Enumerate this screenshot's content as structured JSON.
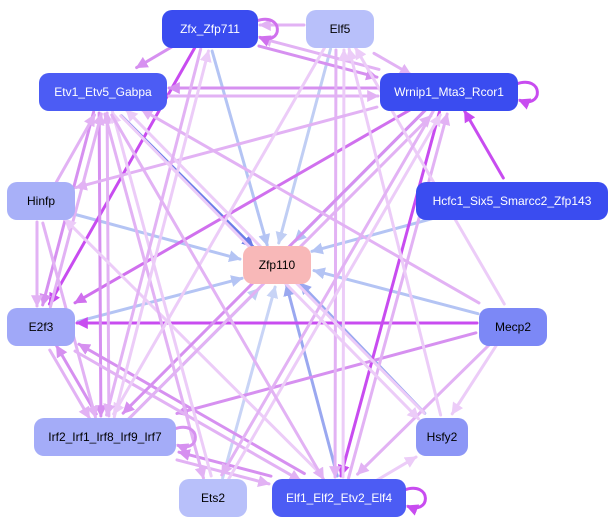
{
  "nodes": [
    {
      "id": "zfx",
      "label": "Zfx_Zfp711",
      "fill": "#3a4cf0",
      "text": "#ffffff"
    },
    {
      "id": "elf5",
      "label": "Elf5",
      "fill": "#b8c0fa",
      "text": "#000000"
    },
    {
      "id": "etv1",
      "label": "Etv1_Etv5_Gabpa",
      "fill": "#4c5cf4",
      "text": "#ffffff"
    },
    {
      "id": "wrnip1",
      "label": "Wrnip1_Mta3_Rcor1",
      "fill": "#3a4cf0",
      "text": "#ffffff"
    },
    {
      "id": "hinfp",
      "label": "Hinfp",
      "fill": "#a8b0f8",
      "text": "#000000"
    },
    {
      "id": "hcfc1",
      "label": "Hcfc1_Six5_Smarcc2_Zfp143",
      "fill": "#3a4cf0",
      "text": "#ffffff"
    },
    {
      "id": "zfp110",
      "label": "Zfp110",
      "fill": "#f8b8b8",
      "text": "#000000"
    },
    {
      "id": "e2f3",
      "label": "E2f3",
      "fill": "#a0a8f8",
      "text": "#000000"
    },
    {
      "id": "mecp2",
      "label": "Mecp2",
      "fill": "#7c88f6",
      "text": "#000000"
    },
    {
      "id": "irf2",
      "label": "Irf2_Irf1_Irf8_Irf9_Irf7",
      "fill": "#a4acf8",
      "text": "#000000"
    },
    {
      "id": "hsfy2",
      "label": "Hsfy2",
      "fill": "#8c96f6",
      "text": "#000000"
    },
    {
      "id": "ets2",
      "label": "Ets2",
      "fill": "#b8c0fa",
      "text": "#000000"
    },
    {
      "id": "elf1",
      "label": "Elf1_Elf2_Etv2_Elf4",
      "fill": "#4c5cf4",
      "text": "#ffffff"
    }
  ],
  "edges": [
    {
      "from": "etv1",
      "to": "zfp110",
      "color": "#6c7ce8"
    },
    {
      "from": "hinfp",
      "to": "zfp110",
      "color": "#b4c4f4"
    },
    {
      "from": "e2f3",
      "to": "zfp110",
      "color": "#b4c4f4"
    },
    {
      "from": "irf2",
      "to": "zfp110",
      "color": "#c0cef4"
    },
    {
      "from": "ets2",
      "to": "zfp110",
      "color": "#c8d4f6"
    },
    {
      "from": "elf1",
      "to": "zfp110",
      "color": "#9aa8f0"
    },
    {
      "from": "hsfy2",
      "to": "zfp110",
      "color": "#9aa8f0"
    },
    {
      "from": "mecp2",
      "to": "zfp110",
      "color": "#b4c4f4"
    },
    {
      "from": "hcfc1",
      "to": "zfp110",
      "color": "#b4c4f4"
    },
    {
      "from": "wrnip1",
      "to": "zfp110",
      "color": "#b4c4f4"
    },
    {
      "from": "elf5",
      "to": "zfp110",
      "color": "#c0cef4"
    },
    {
      "from": "zfx",
      "to": "zfp110",
      "color": "#b4c4f4"
    },
    {
      "from": "mecp2",
      "to": "e2f3",
      "color": "#c84cf0"
    },
    {
      "from": "zfx",
      "to": "e2f3",
      "color": "#c84cf0"
    },
    {
      "from": "wrnip1",
      "to": "e2f3",
      "color": "#d070ee"
    },
    {
      "from": "hcfc1",
      "to": "wrnip1",
      "color": "#c84cf0"
    },
    {
      "from": "wrnip1",
      "to": "elf1",
      "color": "#c84cf0"
    },
    {
      "from": "mecp2",
      "to": "irf2",
      "color": "#d690f0"
    },
    {
      "from": "elf1",
      "to": "irf2",
      "color": "#d690f0"
    },
    {
      "from": "irf2",
      "to": "elf1",
      "color": "#e2b2f4"
    },
    {
      "from": "zfx",
      "to": "wrnip1",
      "color": "#d690f0"
    },
    {
      "from": "wrnip1",
      "to": "zfx",
      "color": "#e2b2f4"
    },
    {
      "from": "etv1",
      "to": "wrnip1",
      "color": "#e2b2f4"
    },
    {
      "from": "wrnip1",
      "to": "etv1",
      "color": "#d690f0"
    },
    {
      "from": "zfx",
      "to": "etv1",
      "color": "#d690f0"
    },
    {
      "from": "elf5",
      "to": "zfx",
      "color": "#e2b2f4"
    },
    {
      "from": "elf5",
      "to": "elf1",
      "color": "#e2b2f4"
    },
    {
      "from": "elf1",
      "to": "elf5",
      "color": "#ecccf8"
    },
    {
      "from": "elf5",
      "to": "wrnip1",
      "color": "#e2b2f4"
    },
    {
      "from": "etv1",
      "to": "e2f3",
      "color": "#d690f0"
    },
    {
      "from": "etv1",
      "to": "irf2",
      "color": "#d690f0"
    },
    {
      "from": "irf2",
      "to": "etv1",
      "color": "#e2b2f4"
    },
    {
      "from": "e2f3",
      "to": "etv1",
      "color": "#e2b2f4"
    },
    {
      "from": "hinfp",
      "to": "etv1",
      "color": "#e2b2f4"
    },
    {
      "from": "elf1",
      "to": "e2f3",
      "color": "#d690f0"
    },
    {
      "from": "e2f3",
      "to": "elf1",
      "color": "#e2b2f4"
    },
    {
      "from": "irf2",
      "to": "e2f3",
      "color": "#d690f0"
    },
    {
      "from": "e2f3",
      "to": "irf2",
      "color": "#e2b2f4"
    },
    {
      "from": "hinfp",
      "to": "irf2",
      "color": "#e2b2f4"
    },
    {
      "from": "hinfp",
      "to": "e2f3",
      "color": "#e2b2f4"
    },
    {
      "from": "elf1",
      "to": "hinfp",
      "color": "#ecccf8"
    },
    {
      "from": "wrnip1",
      "to": "hinfp",
      "color": "#e2b2f4"
    },
    {
      "from": "elf1",
      "to": "wrnip1",
      "color": "#e2b2f4"
    },
    {
      "from": "irf2",
      "to": "wrnip1",
      "color": "#e2b2f4"
    },
    {
      "from": "wrnip1",
      "to": "irf2",
      "color": "#d690f0"
    },
    {
      "from": "mecp2",
      "to": "etv1",
      "color": "#e2b2f4"
    },
    {
      "from": "mecp2",
      "to": "hsfy2",
      "color": "#ecccf8"
    },
    {
      "from": "mecp2",
      "to": "elf5",
      "color": "#ecccf8"
    },
    {
      "from": "mecp2",
      "to": "elf1",
      "color": "#e2b2f4"
    },
    {
      "from": "hsfy2",
      "to": "etv1",
      "color": "#ecccf8"
    },
    {
      "from": "hsfy2",
      "to": "elf5",
      "color": "#ecccf8"
    },
    {
      "from": "elf1",
      "to": "hsfy2",
      "color": "#ecccf8"
    },
    {
      "from": "ets2",
      "to": "etv1",
      "color": "#ecccf8"
    },
    {
      "from": "ets2",
      "to": "wrnip1",
      "color": "#ecccf8"
    },
    {
      "from": "etv1",
      "to": "ets2",
      "color": "#e2b2f4"
    },
    {
      "from": "wrnip1",
      "to": "ets2",
      "color": "#e2b2f4"
    },
    {
      "from": "elf5",
      "to": "irf2",
      "color": "#ecccf8"
    },
    {
      "from": "zfx",
      "to": "irf2",
      "color": "#e2b2f4"
    },
    {
      "from": "irf2",
      "to": "zfx",
      "color": "#ecccf8"
    },
    {
      "from": "etv1",
      "to": "elf1",
      "color": "#e2b2f4"
    },
    {
      "from": "etv1",
      "to": "hsfy2",
      "color": "#ecccf8"
    }
  ],
  "self_loops": [
    {
      "node": "zfx",
      "color": "#d070ee"
    },
    {
      "node": "wrnip1",
      "color": "#c84cf0"
    },
    {
      "node": "irf2",
      "color": "#d690f0"
    },
    {
      "node": "elf1",
      "color": "#c84cf0"
    }
  ]
}
